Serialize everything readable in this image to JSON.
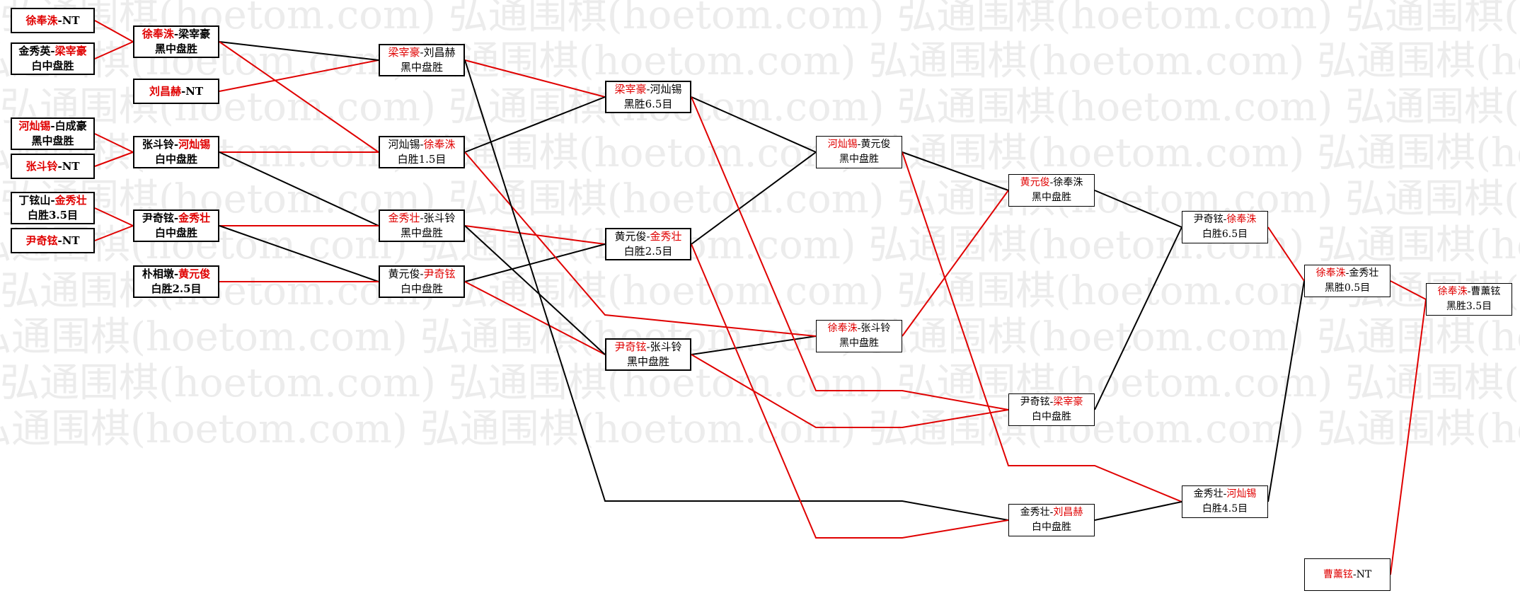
{
  "watermark": "弘通围棋(hoetom.com)",
  "colors": {
    "winner": "#e00000",
    "line_win": "#e00000",
    "line_loss": "#000000"
  },
  "matches": [
    {
      "id": "m1",
      "a": "徐奉洙",
      "b": "NT",
      "sep": "-",
      "winner": "a",
      "result": ""
    },
    {
      "id": "m2",
      "a": "金秀英",
      "b": "梁宰豪",
      "sep": "-",
      "winner": "b",
      "result": "白中盘胜"
    },
    {
      "id": "m3",
      "a": "刘昌赫",
      "b": "NT",
      "sep": "-",
      "winner": "a",
      "result": ""
    },
    {
      "id": "m4",
      "a": "河灿锡",
      "b": "白成豪",
      "sep": "-",
      "winner": "a",
      "result": "黑中盘胜"
    },
    {
      "id": "m5",
      "a": "张斗铃",
      "b": "NT",
      "sep": "-",
      "winner": "a",
      "result": ""
    },
    {
      "id": "m6",
      "a": "丁铉山",
      "b": "金秀壮",
      "sep": "-",
      "winner": "b",
      "result": "白胜3.5目"
    },
    {
      "id": "m7",
      "a": "尹奇铉",
      "b": "NT",
      "sep": "-",
      "winner": "a",
      "result": ""
    },
    {
      "id": "m8",
      "a": "朴相墩",
      "b": "黄元俊",
      "sep": "-",
      "winner": "b",
      "result": "白胜2.5目"
    },
    {
      "id": "m9",
      "a": "徐奉洙",
      "b": "梁宰豪",
      "sep": "-",
      "winner": "a",
      "result": "黑中盘胜"
    },
    {
      "id": "m10",
      "a": "张斗铃",
      "b": "河灿锡",
      "sep": "-",
      "winner": "b",
      "result": "白中盘胜"
    },
    {
      "id": "m11",
      "a": "尹奇铉",
      "b": "金秀壮",
      "sep": "-",
      "winner": "b",
      "result": "白中盘胜"
    },
    {
      "id": "m12",
      "a": "梁宰豪",
      "b": "刘昌赫",
      "sep": "-",
      "winner": "a",
      "result": "黑中盘胜"
    },
    {
      "id": "m13",
      "a": "河灿锡",
      "b": "徐奉洙",
      "sep": "-",
      "winner": "b",
      "result": "白胜1.5目"
    },
    {
      "id": "m14",
      "a": "金秀壮",
      "b": "张斗铃",
      "sep": "-",
      "winner": "a",
      "result": "黑中盘胜"
    },
    {
      "id": "m15",
      "a": "黄元俊",
      "b": "尹奇铉",
      "sep": "-",
      "winner": "b",
      "result": "白中盘胜"
    },
    {
      "id": "m16",
      "a": "梁宰豪",
      "b": "河灿锡",
      "sep": "-",
      "winner": "a",
      "result": "黑胜6.5目"
    },
    {
      "id": "m17",
      "a": "黄元俊",
      "b": "金秀壮",
      "sep": "-",
      "winner": "b",
      "result": "白胜2.5目"
    },
    {
      "id": "m18",
      "a": "尹奇铉",
      "b": "张斗铃",
      "sep": "-",
      "winner": "a",
      "result": "黑中盘胜"
    },
    {
      "id": "m19",
      "a": "河灿锡",
      "b": "黄元俊",
      "sep": "-",
      "winner": "a",
      "result": "黑中盘胜"
    },
    {
      "id": "m20",
      "a": "徐奉洙",
      "b": "张斗铃",
      "sep": "-",
      "winner": "a",
      "result": "黑中盘胜"
    },
    {
      "id": "m21",
      "a": "黄元俊",
      "b": "徐奉洙",
      "sep": "-",
      "winner": "a",
      "result": "黑中盘胜"
    },
    {
      "id": "m22",
      "a": "尹奇铉",
      "b": "梁宰豪",
      "sep": "-",
      "winner": "b",
      "result": "白中盘胜"
    },
    {
      "id": "m23",
      "a": "金秀壮",
      "b": "刘昌赫",
      "sep": "-",
      "winner": "b",
      "result": "白中盘胜"
    },
    {
      "id": "m24",
      "a": "尹奇铉",
      "b": "徐奉洙",
      "sep": "-",
      "winner": "b",
      "result": "白胜6.5目"
    },
    {
      "id": "m25",
      "a": "金秀壮",
      "b": "河灿锡",
      "sep": "-",
      "winner": "b",
      "result": "白胜4.5目"
    },
    {
      "id": "m26",
      "a": "徐奉洙",
      "b": "金秀壮",
      "sep": "-",
      "winner": "a",
      "result": "黑胜0.5目"
    },
    {
      "id": "m27",
      "a": "曹薰铉",
      "b": "NT",
      "sep": "-",
      "winner": "a",
      "result": ""
    },
    {
      "id": "m28",
      "a": "徐奉洙",
      "b": "曹薰铉",
      "sep": "-",
      "winner": "a",
      "result": "黑胜3.5目"
    }
  ]
}
